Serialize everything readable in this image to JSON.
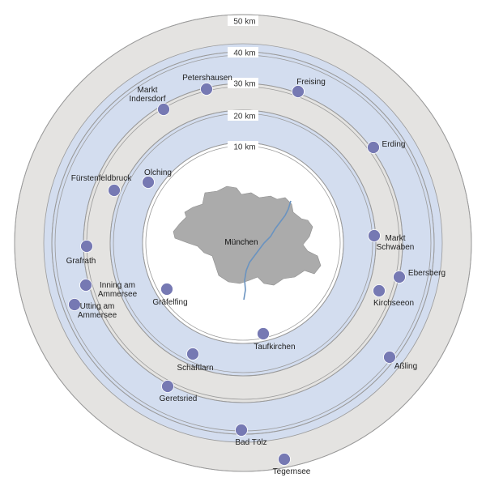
{
  "center_city": "München",
  "colors": {
    "outer_band": "#e4e3e1",
    "blue_band": "#d3ddef",
    "ring_stroke": "#9a9a9a",
    "city_fill": "#ababab",
    "river": "#6a93c0",
    "town_dot": "#7679b3",
    "label_bg": "#ffffff"
  },
  "rings": [
    {
      "label": "10 km"
    },
    {
      "label": "20 km"
    },
    {
      "label": "30 km"
    },
    {
      "label": "40 km"
    },
    {
      "label": "50 km"
    }
  ],
  "towns": [
    {
      "lines": [
        "Petershausen"
      ]
    },
    {
      "lines": [
        "Freising"
      ]
    },
    {
      "lines": [
        "Markt",
        "Indersdorf"
      ]
    },
    {
      "lines": [
        "Erding"
      ]
    },
    {
      "lines": [
        "Fürstenfeldbruck"
      ]
    },
    {
      "lines": [
        "Olching"
      ]
    },
    {
      "lines": [
        "Markt",
        "Schwaben"
      ]
    },
    {
      "lines": [
        "Grafrath"
      ]
    },
    {
      "lines": [
        "Ebersberg"
      ]
    },
    {
      "lines": [
        "Inning am",
        "Ammersee"
      ]
    },
    {
      "lines": [
        "Kirchseeon"
      ]
    },
    {
      "lines": [
        "Gräfelfing"
      ]
    },
    {
      "lines": [
        "Utting am",
        "Ammersee"
      ]
    },
    {
      "lines": [
        "Taufkirchen"
      ]
    },
    {
      "lines": [
        "Schäftlarn"
      ]
    },
    {
      "lines": [
        "Aßling"
      ]
    },
    {
      "lines": [
        "Geretsried"
      ]
    },
    {
      "lines": [
        "Bad Tölz"
      ]
    },
    {
      "lines": [
        "Tegernsee"
      ]
    }
  ]
}
